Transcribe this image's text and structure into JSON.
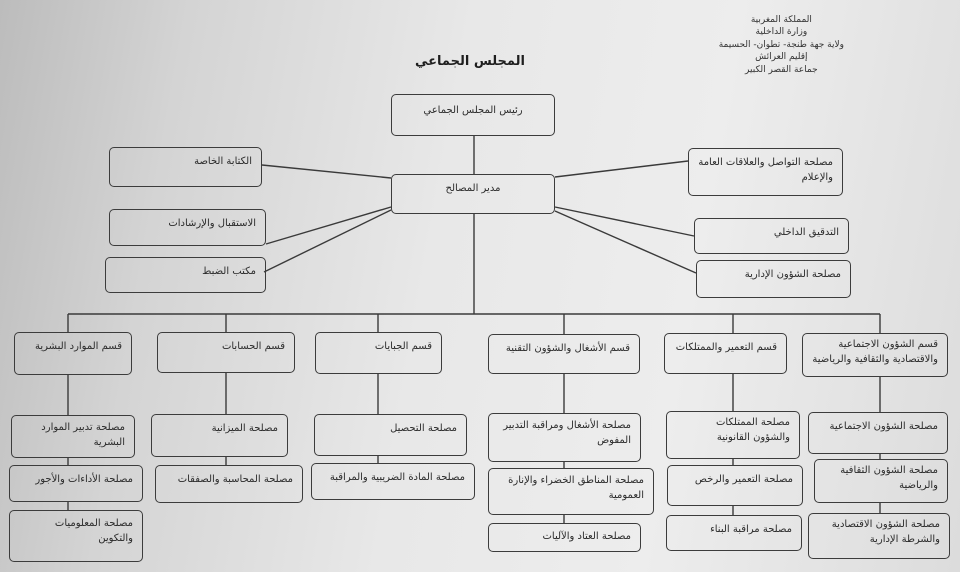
{
  "header_lines": [
    "المملكة المغربية",
    "وزارة الداخلية",
    "ولاية جهة طنجة- تطوان- الحسيمة",
    "إقليم العرائش",
    "جماعة القصر الكبير"
  ],
  "title": "المجلس الجماعي",
  "president": "رئيس المجلس الجماعي",
  "director": "مدير المصالح",
  "left_units": {
    "private_office": "الكتابة الخاصة",
    "reception": "الاستقبال والإرشادات",
    "registry": "مكتب الضبط"
  },
  "right_units": {
    "communication": "مصلحة التواصل والعلاقات العامة والإعلام",
    "internal_audit": "التدقيق الداخلي",
    "admin_affairs": "مصلحة الشؤون الإدارية"
  },
  "departments": [
    {
      "name": "قسم الموارد البشرية",
      "services": [
        "مصلحة تدبير الموارد البشرية",
        "مصلحة الأداءات والأجور",
        "مصلحة المعلوميات والتكوين"
      ]
    },
    {
      "name": "قسم الحسابات",
      "services": [
        "مصلحة الميزانية",
        "مصلحة المحاسبة والصفقات"
      ]
    },
    {
      "name": "قسم الجبايات",
      "services": [
        "مصلحة التحصيل",
        "مصلحة المادة الضريبية والمراقبة"
      ]
    },
    {
      "name": "قسم الأشغال والشؤون التقنية",
      "services": [
        "مصلحة الأشغال ومراقبة التدبير المفوض",
        "مصلحة المناطق الخضراء والإنارة العمومية",
        "مصلحة العتاد والآليات"
      ]
    },
    {
      "name": "قسم التعمير والممتلكات",
      "services": [
        "مصلحة الممتلكات والشؤون القانونية",
        "مصلحة التعمير والرخص",
        "مصلحة مراقبة البناء"
      ]
    },
    {
      "name": "قسم الشؤون الاجتماعية والاقتصادية والثقافية والرياضية",
      "services": [
        "مصلحة الشؤون الاجتماعية",
        "مصلحة الشؤون الثقافية والرياضية",
        "مصلحة الشؤون الاقتصادية والشرطة الإدارية"
      ]
    }
  ]
}
